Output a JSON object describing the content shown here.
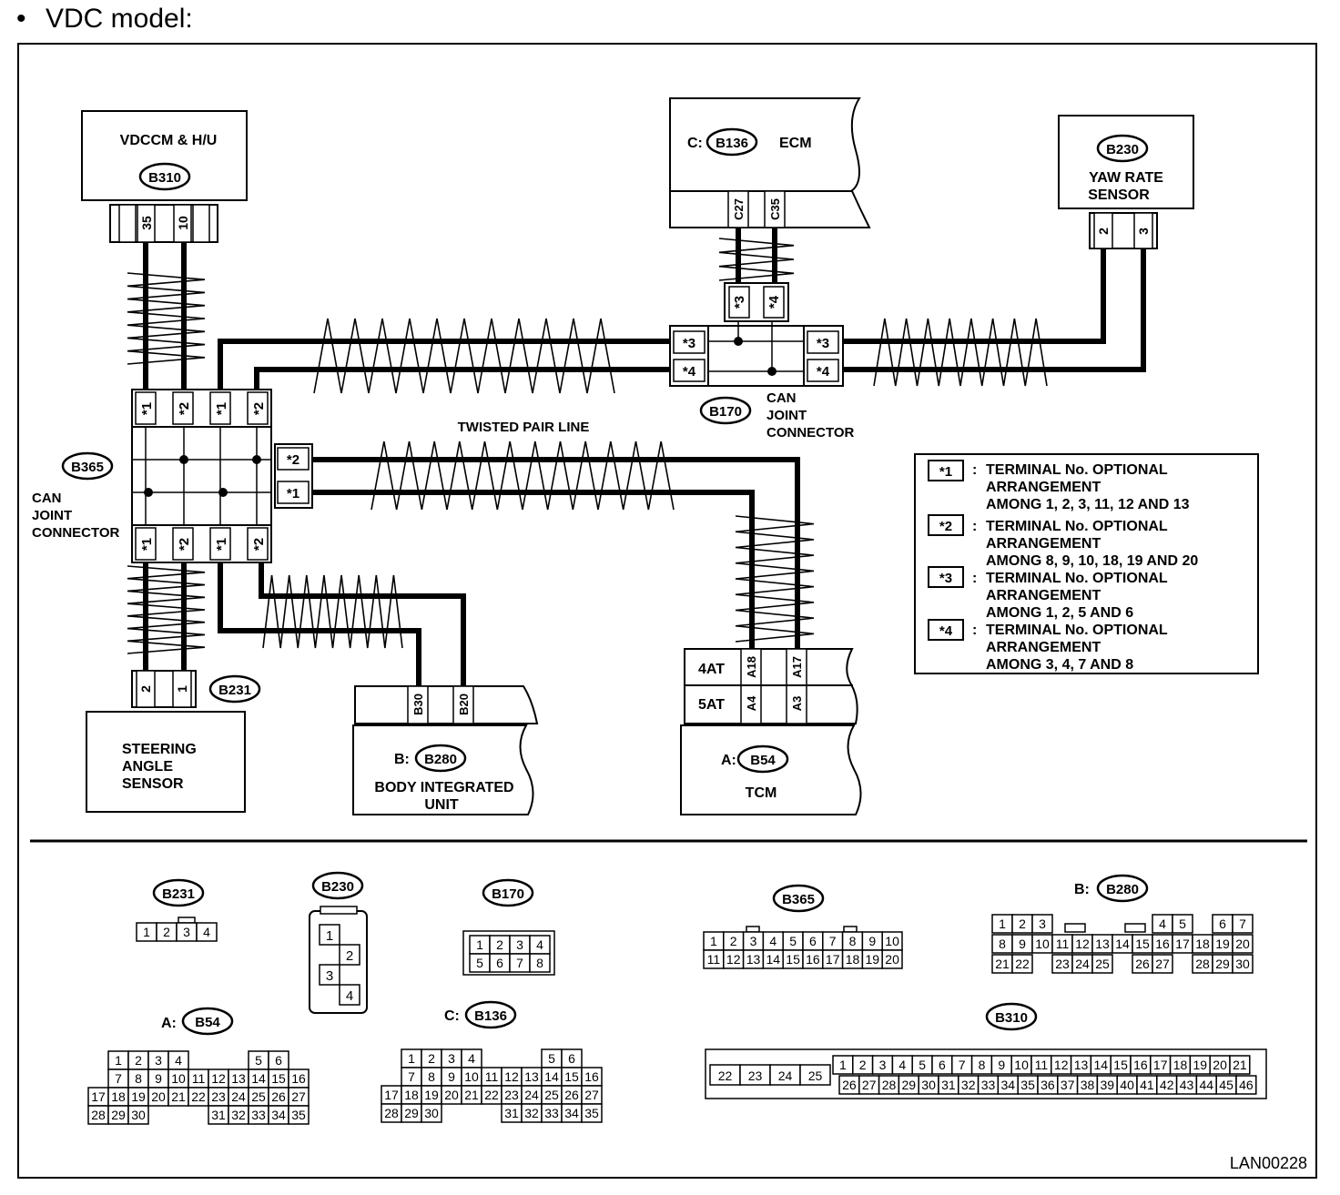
{
  "header": {
    "bullet": "•",
    "title": "VDC model:"
  },
  "figure_id": "LAN00228",
  "components": {
    "vdccm": {
      "name": "VDCCM & H/U",
      "code": "B310",
      "pins": [
        "35",
        "10"
      ]
    },
    "ecm": {
      "prefix": "C:",
      "code": "B136",
      "name": "ECM",
      "pins": [
        "C27",
        "C35"
      ]
    },
    "yaw": {
      "code": "B230",
      "name1": "YAW RATE",
      "name2": "SENSOR",
      "pins": [
        "2",
        "3"
      ]
    },
    "can_b365": {
      "code": "B365",
      "l1": "CAN",
      "l2": "JOINT",
      "l3": "CONNECTOR",
      "top_pins": [
        "*1",
        "*2",
        "*1",
        "*2"
      ],
      "bot_pins": [
        "*1",
        "*2",
        "*1",
        "*2"
      ],
      "side_pins": [
        "*2",
        "*1"
      ]
    },
    "can_b170": {
      "code": "B170",
      "l1": "CAN",
      "l2": "JOINT",
      "l3": "CONNECTOR",
      "top_pins": [
        "*3",
        "*4"
      ],
      "left_pins": [
        "*3",
        "*4"
      ],
      "right_pins": [
        "*3",
        "*4"
      ]
    },
    "steering": {
      "code": "B231",
      "l1": "STEERING",
      "l2": "ANGLE",
      "l3": "SENSOR",
      "pins": [
        "2",
        "1"
      ]
    },
    "body": {
      "prefix": "B:",
      "code": "B280",
      "l1": "BODY INTEGRATED",
      "l2": "UNIT",
      "pins": [
        "B30",
        "B20"
      ]
    },
    "tcm": {
      "prefix": "A:",
      "code": "B54",
      "name": "TCM",
      "row_4at": "4AT",
      "row_5at": "5AT",
      "pins_4at": [
        "A18",
        "A17"
      ],
      "pins_5at": [
        "A4",
        "A3"
      ]
    }
  },
  "twisted_label": "TWISTED PAIR LINE",
  "legend": [
    {
      "tag": "*1",
      "l1": "TERMINAL No. OPTIONAL",
      "l2": "ARRANGEMENT",
      "l3": "AMONG 1, 2, 3, 11, 12 AND 13"
    },
    {
      "tag": "*2",
      "l1": "TERMINAL No. OPTIONAL",
      "l2": "ARRANGEMENT",
      "l3": "AMONG 8, 9, 10, 18, 19  AND 20"
    },
    {
      "tag": "*3",
      "l1": "TERMINAL No. OPTIONAL",
      "l2": "ARRANGEMENT",
      "l3": "AMONG 1, 2, 5 AND 6"
    },
    {
      "tag": "*4",
      "l1": "TERMINAL No. OPTIONAL",
      "l2": "ARRANGEMENT",
      "l3": "AMONG 3, 4, 7 AND 8"
    }
  ],
  "connector_views": {
    "b231": {
      "code": "B231",
      "pins": [
        "1",
        "2",
        "3",
        "4"
      ]
    },
    "b230": {
      "code": "B230",
      "pins": [
        "1",
        "2",
        "3",
        "4"
      ]
    },
    "b170": {
      "code": "B170",
      "row1": [
        "1",
        "2",
        "3",
        "4"
      ],
      "row2": [
        "5",
        "6",
        "7",
        "8"
      ]
    },
    "b365": {
      "code": "B365",
      "row1": [
        "1",
        "2",
        "3",
        "4",
        "5",
        "6",
        "7",
        "8",
        "9",
        "10"
      ],
      "row2": [
        "11",
        "12",
        "13",
        "14",
        "15",
        "16",
        "17",
        "18",
        "19",
        "20"
      ]
    },
    "b280": {
      "prefix": "B:",
      "code": "B280",
      "row1a": [
        "1",
        "2",
        "3"
      ],
      "row1b": [
        "4",
        "5"
      ],
      "row1c": [
        "6",
        "7"
      ],
      "row2": [
        "8",
        "9",
        "10",
        "11",
        "12",
        "13",
        "14",
        "15",
        "16",
        "17",
        "18",
        "19",
        "20"
      ],
      "row3a": [
        "21",
        "22"
      ],
      "row3b": [
        "23",
        "24",
        "25"
      ],
      "row3c": [
        "26",
        "27"
      ],
      "row3d": [
        "28",
        "29",
        "30"
      ]
    },
    "b54": {
      "prefix": "A:",
      "code": "B54",
      "row1a": [
        "1",
        "2",
        "3",
        "4"
      ],
      "row1b": [
        "5",
        "6"
      ],
      "row2": [
        "7",
        "8",
        "9",
        "10",
        "11",
        "12",
        "13",
        "14",
        "15",
        "16"
      ],
      "row3": [
        "17",
        "18",
        "19",
        "20",
        "21",
        "22",
        "23",
        "24",
        "25",
        "26",
        "27"
      ],
      "row4a": [
        "28",
        "29",
        "30"
      ],
      "row4b": [
        "31",
        "32",
        "33",
        "34",
        "35"
      ]
    },
    "b136": {
      "prefix": "C:",
      "code": "B136",
      "row1a": [
        "1",
        "2",
        "3",
        "4"
      ],
      "row1b": [
        "5",
        "6"
      ],
      "row2": [
        "7",
        "8",
        "9",
        "10",
        "11",
        "12",
        "13",
        "14",
        "15",
        "16"
      ],
      "row3": [
        "17",
        "18",
        "19",
        "20",
        "21",
        "22",
        "23",
        "24",
        "25",
        "26",
        "27"
      ],
      "row4a": [
        "28",
        "29",
        "30"
      ],
      "row4b": [
        "31",
        "32",
        "33",
        "34",
        "35"
      ]
    },
    "b310": {
      "code": "B310",
      "left": [
        "22",
        "23",
        "24",
        "25"
      ],
      "row1": [
        "1",
        "2",
        "3",
        "4",
        "5",
        "6",
        "7",
        "8",
        "9",
        "10",
        "11",
        "12",
        "13",
        "14",
        "15",
        "16",
        "17",
        "18",
        "19",
        "20",
        "21"
      ],
      "row2": [
        "26",
        "27",
        "28",
        "29",
        "30",
        "31",
        "32",
        "33",
        "34",
        "35",
        "36",
        "37",
        "38",
        "39",
        "40",
        "41",
        "42",
        "43",
        "44",
        "45",
        "46"
      ]
    }
  }
}
